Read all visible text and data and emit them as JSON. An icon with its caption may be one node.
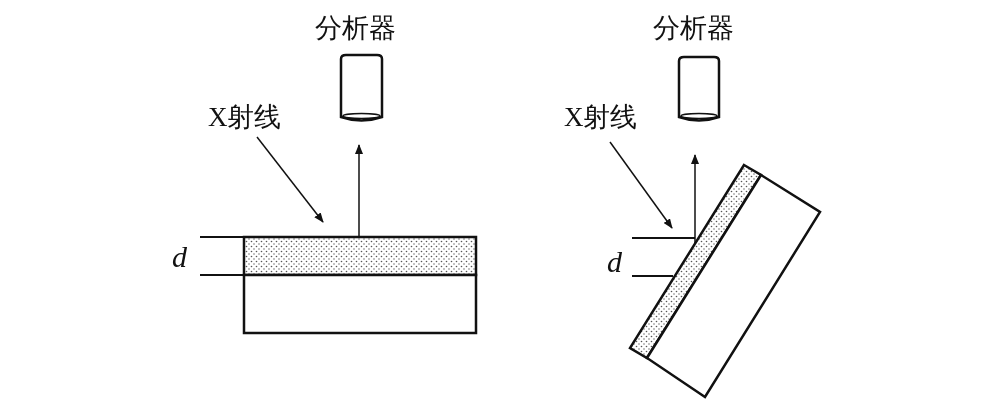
{
  "diagram": {
    "nodes": [
      {
        "text": [
          "分析器"
        ]
      },
      {
        "text": [
          "X射线"
        ]
      },
      {
        "text": [],
        "shape": "box"
      },
      {
        "text": [],
        "shape": "box"
      },
      {
        "text": [
          "分析器"
        ]
      },
      {
        "text": [
          "X射线"
        ]
      },
      {
        "text": [],
        "shape": "box"
      },
      {
        "text": [],
        "shape": "box"
      }
    ],
    "edges": [
      {
        "from": 1,
        "to": 2,
        "arrow": "to"
      },
      {
        "from": 2,
        "to": 0,
        "arrow": "to"
      },
      {
        "from": 5,
        "to": 6,
        "arrow": "to"
      },
      {
        "from": 6,
        "to": 4,
        "arrow": "to"
      }
    ],
    "labels": [
      "d",
      "d"
    ]
  }
}
